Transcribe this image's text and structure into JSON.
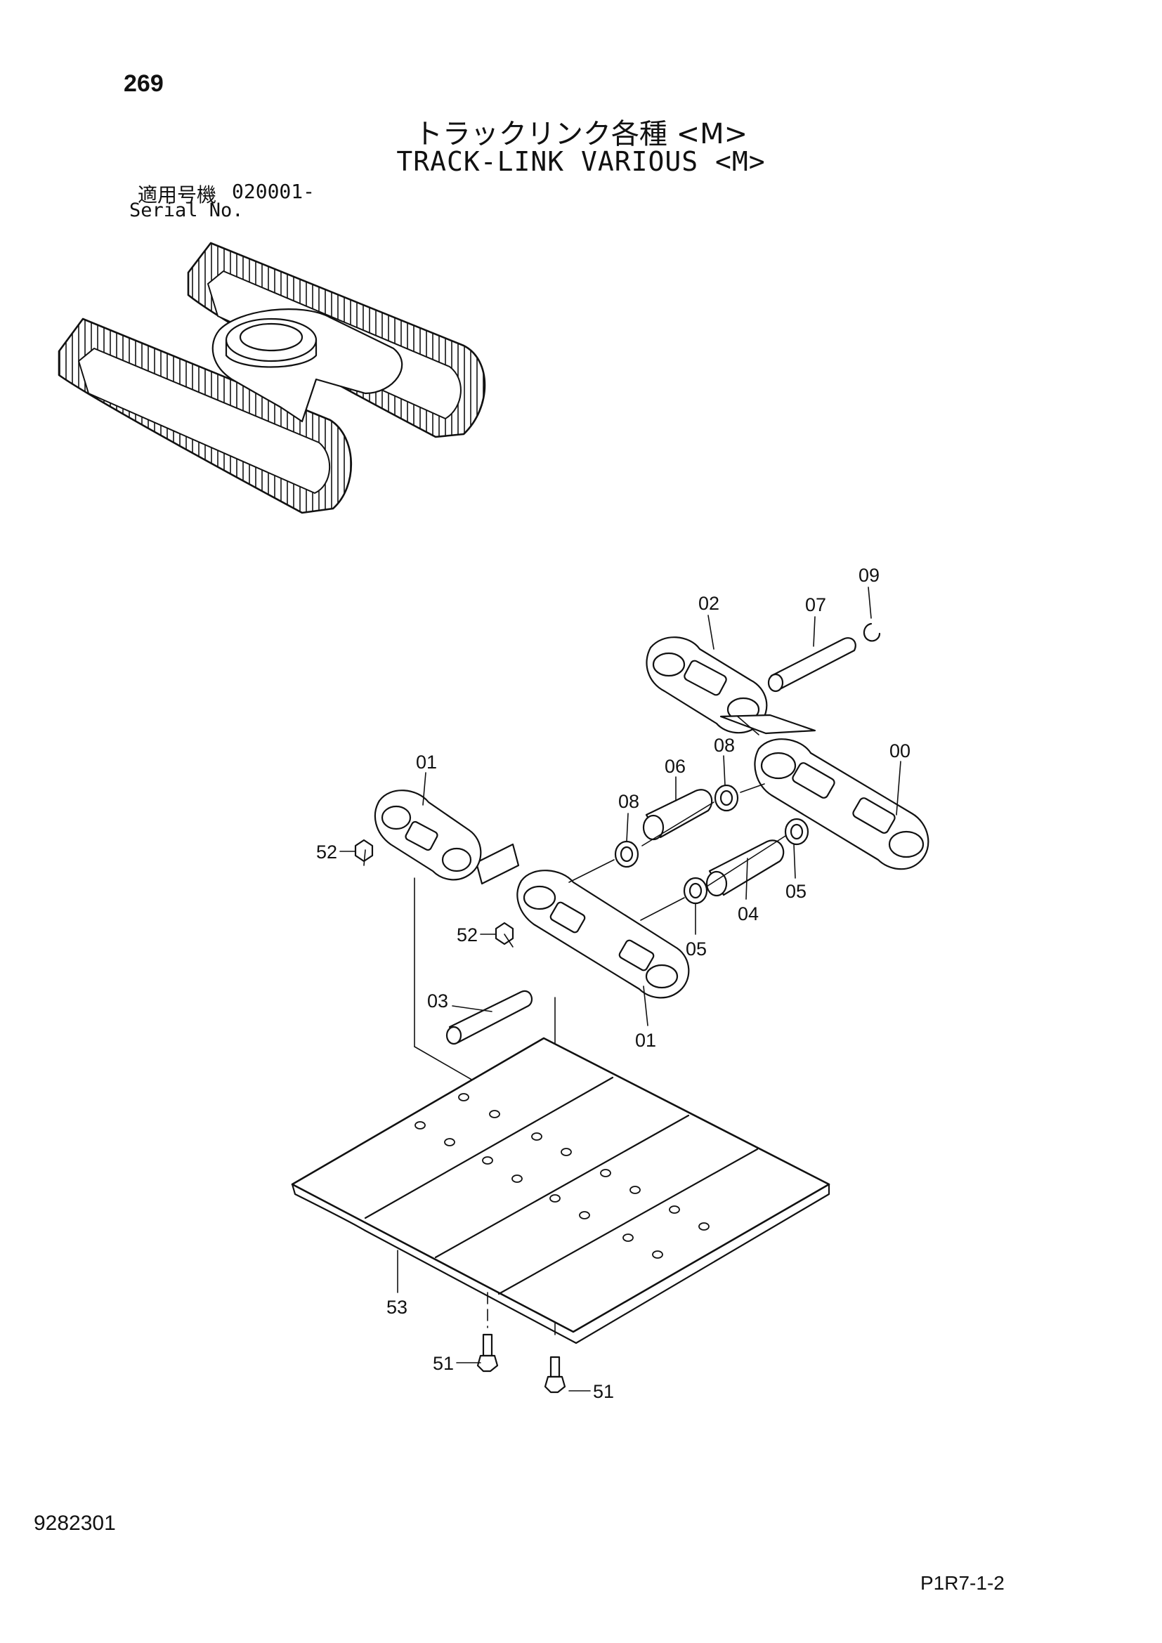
{
  "page": {
    "number": "269",
    "title_ja": "トラックリンク各種 <M>",
    "title_en": "TRACK-LINK VARIOUS <M>",
    "serial_label_ja": "適用号機",
    "serial_number": "020001-",
    "serial_label_en": "Serial No.",
    "drawing_number": "9282301",
    "page_code": "P1R7-1-2"
  },
  "callouts": {
    "c09": "09",
    "c02": "02",
    "c07": "07",
    "c01_top": "01",
    "c08_a": "08",
    "c06": "06",
    "c08_b": "08",
    "c00": "00",
    "c52_a": "52",
    "c05_a": "05",
    "c04": "04",
    "c05_b": "05",
    "c52_b": "52",
    "c03": "03",
    "c01_bottom": "01",
    "c53": "53",
    "c51_a": "51",
    "c51_b": "51"
  }
}
